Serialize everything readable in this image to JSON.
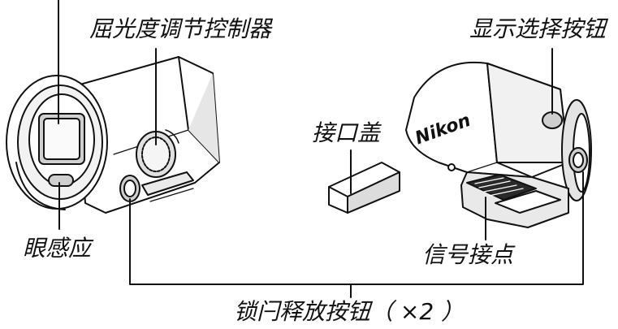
{
  "labels": {
    "diopter_control": "屈光度调节控制器",
    "display_select_button": "显示选择按钮",
    "connector_cover": "接口盖",
    "eye_sensor": "眼感应",
    "signal_contacts": "信号接点",
    "lock_release_button": "锁闩释放按钮（ ×2 ）",
    "brand_logo": "Nikon"
  },
  "colors": {
    "line": "#111111",
    "body_fill": "#ffffff",
    "shade": "#d9d9d9",
    "dark": "#2a2a2a"
  }
}
